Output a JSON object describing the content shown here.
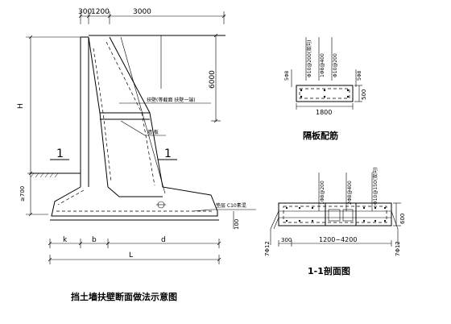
{
  "main_drawing": {
    "dims_top": [
      "300",
      "1200",
      "3000"
    ],
    "dim_height_right": "6000",
    "dim_H": "H",
    "dim_base": "≥700",
    "label_section_left": "1",
    "label_section_right": "1",
    "label_buttress": "扶壁(等截面 扶壁一端)",
    "label_slab": "墙 板",
    "label_cushion": "垫层 C10素混",
    "dim_cushion": "100",
    "dims_bottom": [
      "k",
      "b",
      "d"
    ],
    "dim_L": "L",
    "caption": "挡土墙扶壁断面做法示意图"
  },
  "partition": {
    "title": "隔板配筋",
    "rebar_labels": [
      "Φ10@200(双向)",
      "1Φ8@400",
      "Φ10@200"
    ],
    "dim_side_left": "5Φ8",
    "dim_side_right": "5Φ8",
    "dim_height": "500",
    "dim_width": "1800"
  },
  "section_11": {
    "title": "1-1剖面图",
    "rebar_labels": [
      "1Φ8@200",
      "2Φ8@400",
      "Φ10@150(双向)"
    ],
    "dim_height": "600",
    "dim_left_end": "300",
    "dim_span": "1200~4200",
    "dim_left_side": "7Φ12",
    "dim_right_side": "7Φ12"
  }
}
